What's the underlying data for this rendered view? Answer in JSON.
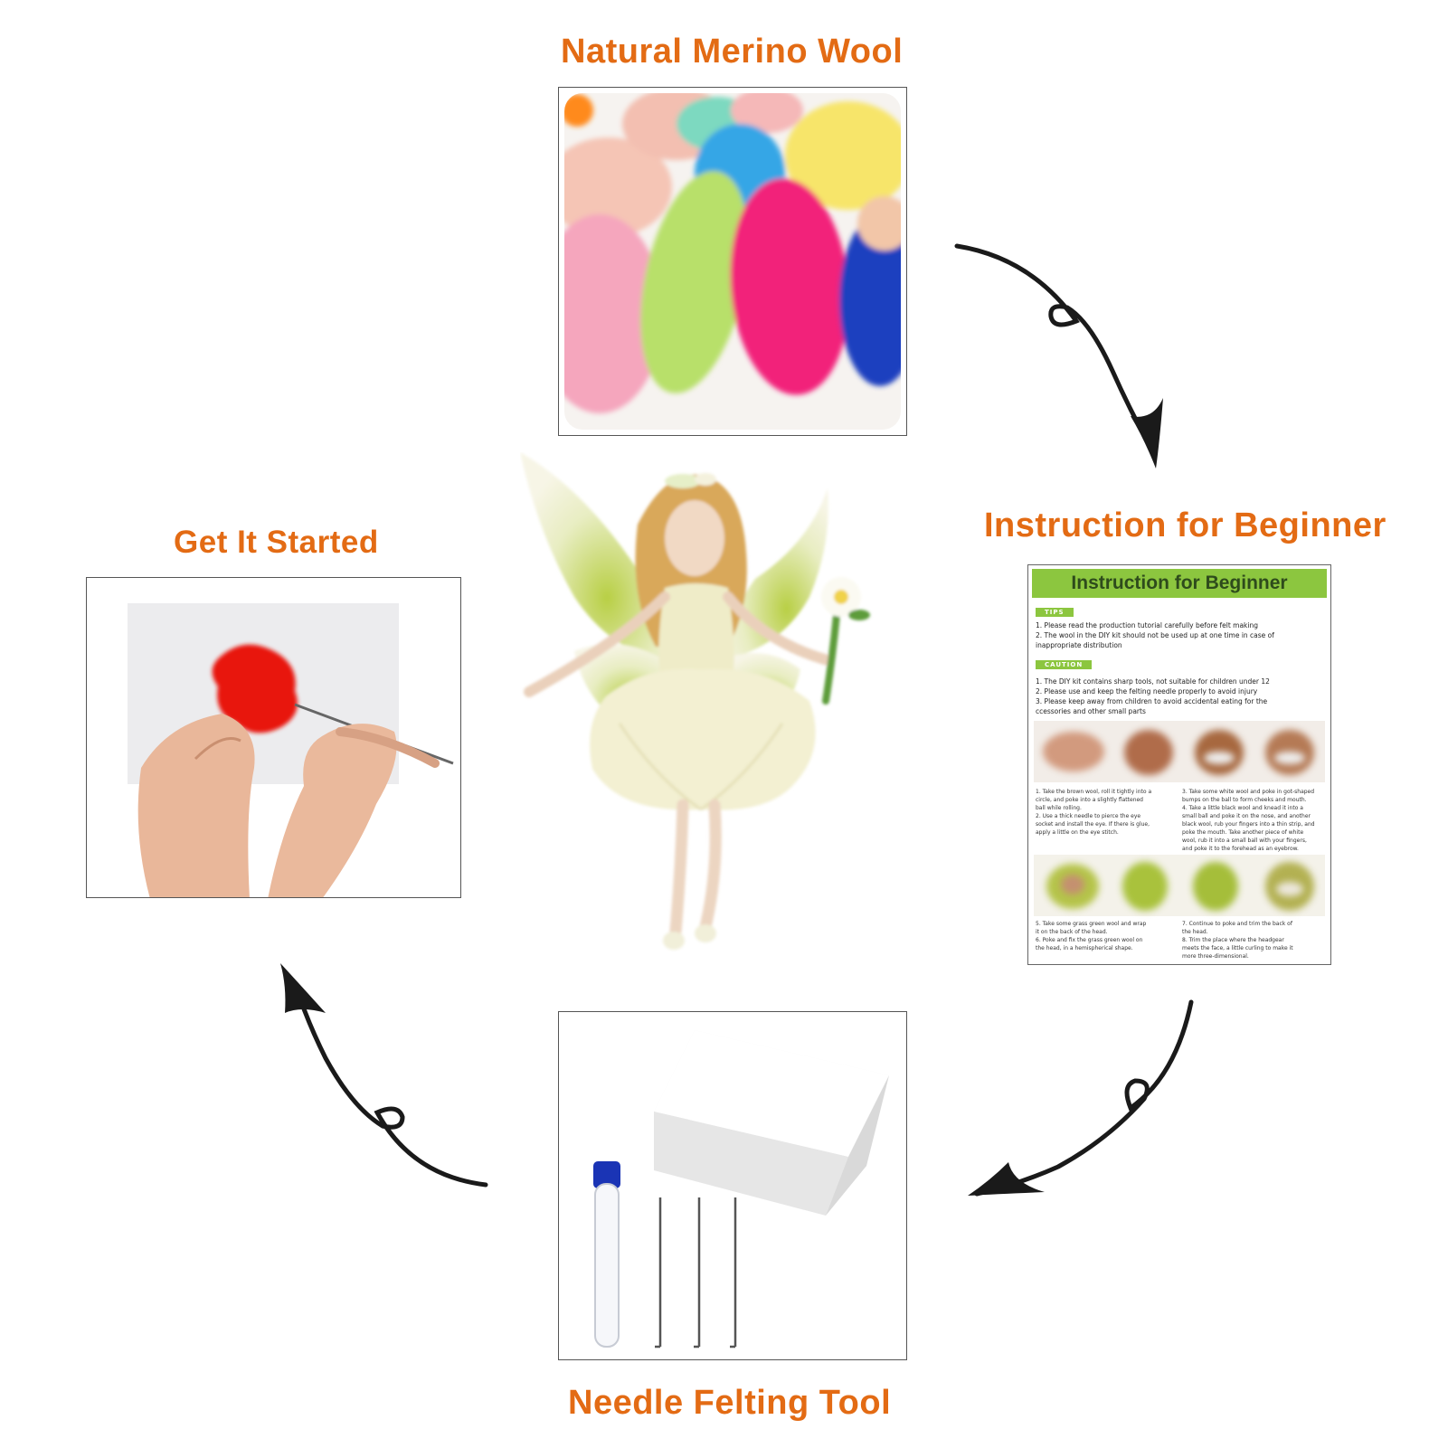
{
  "headings": {
    "merino": "Natural Merino Wool",
    "instruction": "Instruction for Beginner",
    "started": "Get It Started",
    "tool": "Needle Felting Tool"
  },
  "sheet": {
    "title": "Instruction for Beginner",
    "tips_tag": "TIPS",
    "tips": [
      "1. Please read the production tutorial carefully before felt making",
      "2. The wool in the DIY kit should not be used up at one time in case of",
      "inappropriate distribution"
    ],
    "caution_tag": "CAUTION",
    "caution": [
      "1. The DIY kit contains sharp tools, not suitable for children under 12",
      "2. Please use and keep the felting needle properly to avoid injury",
      "3. Please keep away from children to avoid accidental eating for the",
      "ccessories and other small parts"
    ],
    "steps_a_left": [
      "1. Take the brown wool, roll it tightly into a",
      "circle, and poke into a slightly flattened",
      "ball while rolling.",
      "2. Use a thick needle to pierce the eye",
      "socket and install the eye. If there is glue,",
      "apply a little on the eye stitch."
    ],
    "steps_a_right": [
      "3. Take some white wool and poke in got-shaped",
      "bumps on the ball to form cheeks and mouth.",
      "4. Take a little black wool and knead it into a",
      "small ball and poke it on the nose, and another",
      "black wool, rub your fingers into a thin strip, and",
      "poke the mouth. Take another piece of white",
      "wool, rub it into a small ball with your fingers,",
      "and poke it to the forehead as an eyebrow."
    ],
    "steps_b_left": [
      "5. Take some grass green wool and wrap",
      "it on the back of the head.",
      "6. Poke and fix the grass green wool on",
      "the head, in a hemispherical shape."
    ],
    "steps_b_right": [
      "7. Continue to poke and trim the back of",
      "the head.",
      "8. Trim the place where the headgear",
      "meets the face, a little curling to make it",
      "more three-dimensional."
    ]
  },
  "colors": {
    "heading": "#e36b14",
    "sheet_accent": "#8cc63f",
    "arrow": "#1a1a1a"
  },
  "icons": [
    "curly-arrow-icon"
  ]
}
